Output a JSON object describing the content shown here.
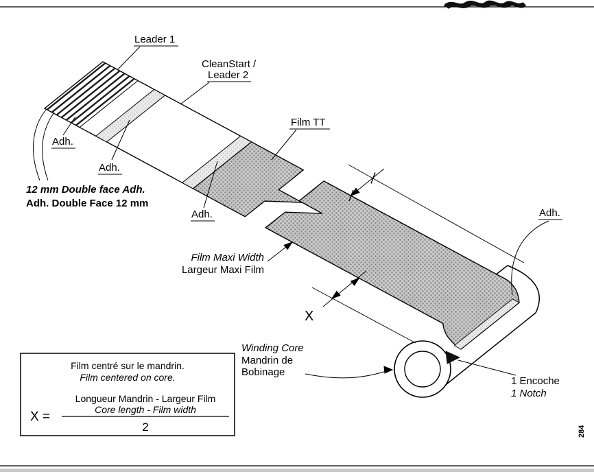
{
  "diagram": {
    "page_number": "284",
    "labels": {
      "leader1": "Leader 1",
      "cleanstart_line1": "CleanStart /",
      "cleanstart_line2": "Leader 2",
      "film_tt": "Film TT",
      "adh_1": "Adh.",
      "adh_2": "Adh.",
      "adh_3": "Adh.",
      "adh_right": "Adh.",
      "double_face_line1": "12 mm Double face Adh.",
      "double_face_line2": "Adh. Double Face 12 mm",
      "film_maxi_width_en": "Film Maxi Width",
      "film_maxi_width_fr": "Largeur Maxi Film",
      "x_dimension": "X",
      "winding_core_en": "Winding Core",
      "winding_core_fr_line1": "Mandrin de",
      "winding_core_fr_line2": "Bobinage",
      "notch_fr": "1 Encoche",
      "notch_en": "1 Notch"
    },
    "formula_box": {
      "line1_fr": "Film centré sur le mandrin.",
      "line2_en": "Film centered on core.",
      "x_equals": "X =",
      "numerator_fr": "Longueur Mandrin - Largeur Film",
      "numerator_en": "Core length - Film width",
      "denominator": "2"
    }
  }
}
